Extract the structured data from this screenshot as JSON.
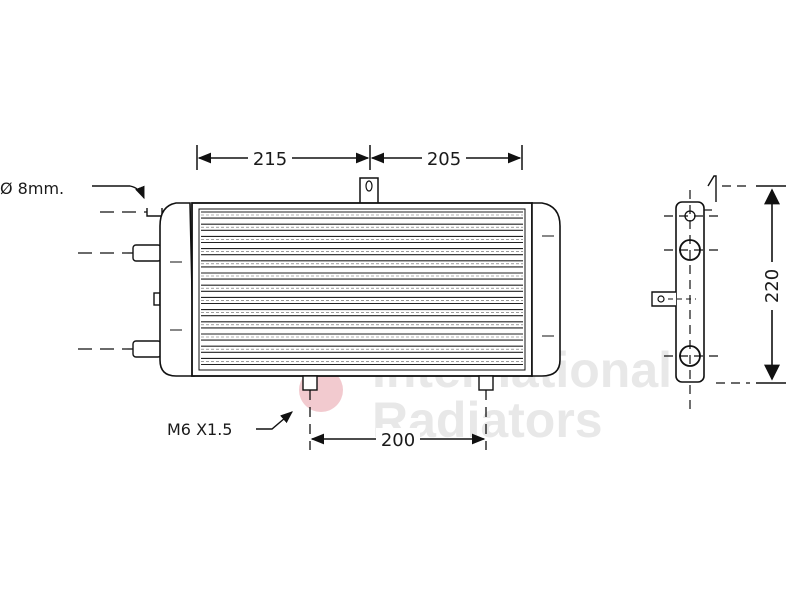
{
  "dimensions": {
    "left_width": "215",
    "right_width": "205",
    "height": "220",
    "mount_spacing": "200"
  },
  "callouts": {
    "pipe_diameter": "Ø 8mm.",
    "thread": "M6 X1.5"
  },
  "watermark": {
    "line1": "International",
    "line2": "Radiators",
    "icon": "radiator-logo-icon",
    "color": "#e8a0a8"
  }
}
